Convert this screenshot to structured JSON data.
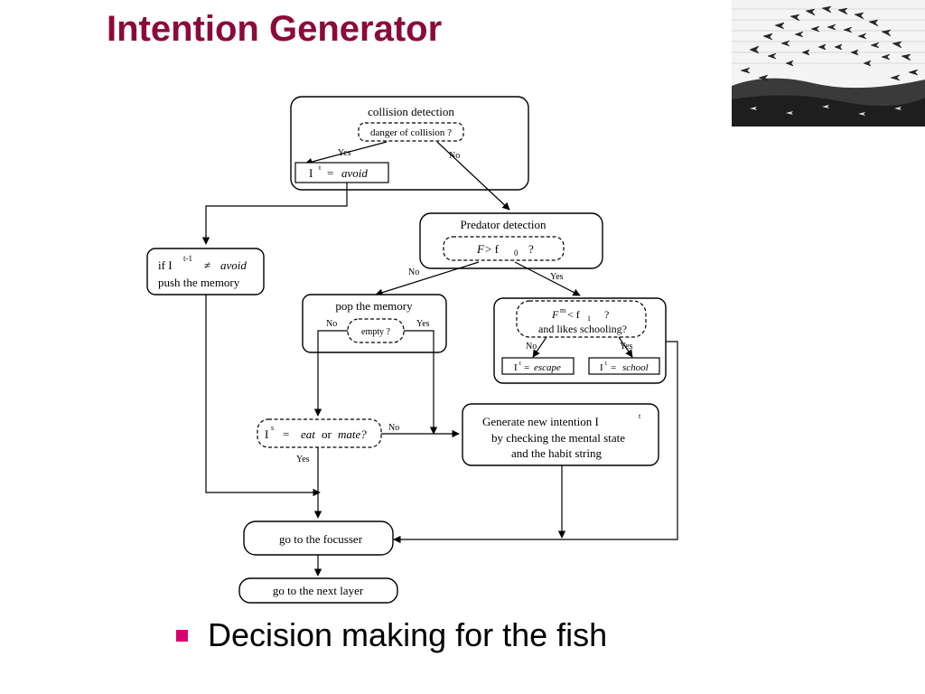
{
  "slide": {
    "title": "Intention Generator",
    "title_color": "#8b0a3a",
    "bullet_color": "#d6006f",
    "bullet": "Decision making for the fish"
  },
  "corner_image": {
    "depicts": "school of fish swirling (engraving)"
  },
  "diagram": {
    "collision": {
      "title": "collision  detection",
      "question": "danger  of  collision ?",
      "yes": "Yes",
      "no": "No",
      "result_pre": "I",
      "result_sup": "t",
      "result_eq": "=",
      "result_val": "avoid"
    },
    "memory_push": {
      "line1_pre": "if  I",
      "line1_sup": "t-1",
      "line1_neq": "≠",
      "line1_val": "avoid",
      "line2": "push the memory"
    },
    "predator": {
      "title": "Predator detection",
      "cond_F": "F",
      "cond_rest": " >  f",
      "cond_sub": "0",
      "cond_q": "?",
      "no": "No",
      "yes": "Yes"
    },
    "pop": {
      "title": "pop the  memory",
      "question": "empty ?",
      "no": "No",
      "yes": "Yes"
    },
    "school": {
      "cond_F": "F",
      "cond_sup": "m",
      "cond_rest": "< f",
      "cond_sub": "1",
      "cond_q": "?",
      "line2": "and likes schooling?",
      "no": "No",
      "yes": "Yes",
      "escape_pre": "I",
      "escape_sup": "t",
      "escape_eq": "=",
      "escape_val": "escape",
      "school_pre": "I",
      "school_sup": "t",
      "school_eq": "=",
      "school_val": "school"
    },
    "eatmate": {
      "pre": "I",
      "sup": "s",
      "eq": "=",
      "eat": "eat",
      "or": "or",
      "mate": "mate?",
      "no": "No",
      "yes": "Yes"
    },
    "generate": {
      "line1": "Generate  new  intention I",
      "line1_sup": "t",
      "line2": "by checking the mental state",
      "line3": "and the habit string"
    },
    "focusser": {
      "label": "go  to  the  focusser"
    },
    "next_layer": {
      "label": "go  to  the  next  layer"
    }
  }
}
